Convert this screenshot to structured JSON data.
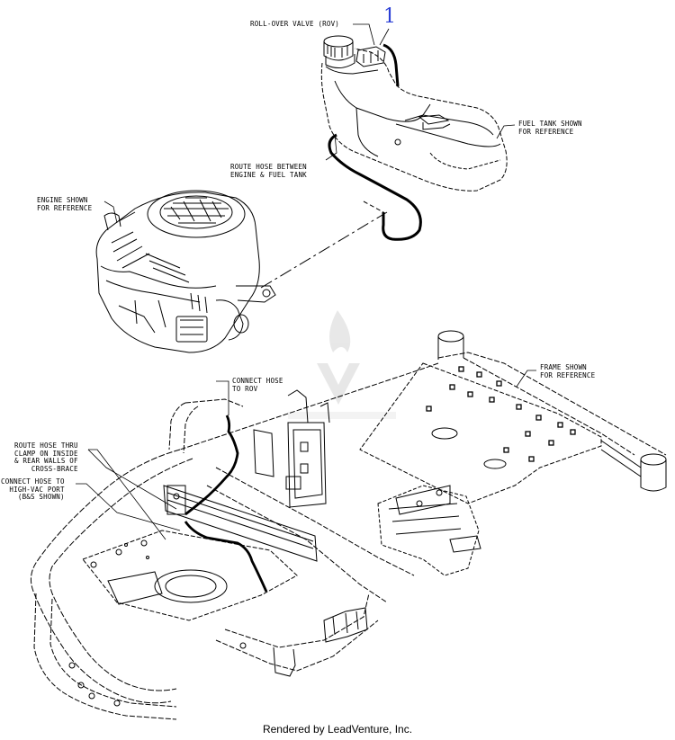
{
  "callouts": [
    {
      "number": "1",
      "color": "#2b3fd6"
    }
  ],
  "labels": {
    "rov": "ROLL-OVER VALVE (ROV)",
    "fuel_tank": "FUEL TANK SHOWN\nFOR REFERENCE",
    "route_hose": "ROUTE HOSE BETWEEN\nENGINE & FUEL TANK",
    "engine": "ENGINE SHOWN\nFOR REFERENCE",
    "connect_rov": "CONNECT HOSE\nTO ROV",
    "frame": "FRAME SHOWN\nFOR REFERENCE",
    "route_thru": "ROUTE HOSE THRU\nCLAMP ON INSIDE\n& REAR WALLS OF\nCROSS-BRACE",
    "connect_vac": "CONNECT HOSE TO\nHIGH-VAC PORT\n(B&S SHOWN)"
  },
  "footer": "Rendered by LeadVenture, Inc.",
  "colors": {
    "line": "#000000",
    "hose": "#000000",
    "callout": "#2b3fd6",
    "background": "#ffffff"
  }
}
